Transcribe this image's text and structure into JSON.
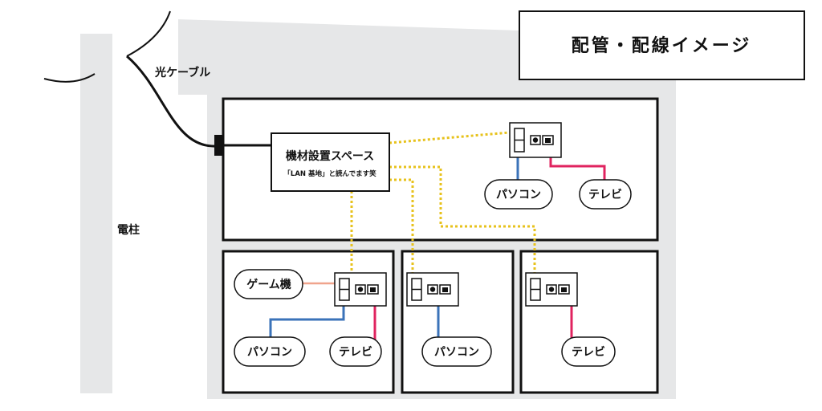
{
  "title": "配管・配線イメージ",
  "labels": {
    "fiber": "光ケーブル",
    "pole": "電柱",
    "equipment_title": "機材設置スペース",
    "equipment_sub": "「LAN 基地」と読んでます笑"
  },
  "devices": {
    "pc": "パソコン",
    "tv": "テレビ",
    "game": "ゲーム機"
  },
  "colors": {
    "wall": "#e6e7e8",
    "outline": "#111111",
    "lan_blue": "#3b73b9",
    "tv_magenta": "#e0235f",
    "game_salmon": "#f0a48c",
    "conduit_yellow": "#e7c21c"
  }
}
